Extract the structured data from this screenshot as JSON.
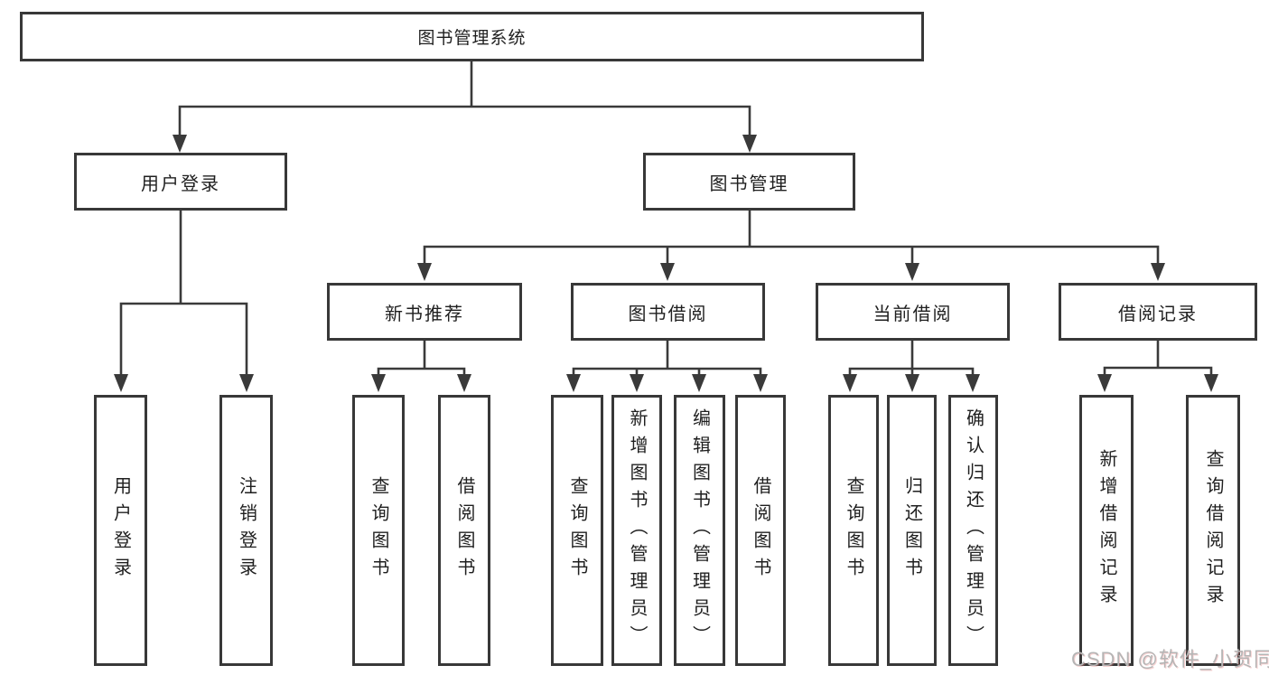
{
  "diagram": {
    "type": "tree",
    "root": {
      "label": "图书管理系统"
    },
    "level2": [
      {
        "label": "用户登录",
        "parent": "图书管理系统"
      },
      {
        "label": "图书管理",
        "parent": "图书管理系统"
      }
    ],
    "level3": [
      {
        "label": "新书推荐",
        "parent": "图书管理"
      },
      {
        "label": "图书借阅",
        "parent": "图书管理"
      },
      {
        "label": "当前借阅",
        "parent": "图书管理"
      },
      {
        "label": "借阅记录",
        "parent": "图书管理"
      }
    ],
    "leaves": [
      {
        "label": "用户登录",
        "parent": "用户登录"
      },
      {
        "label": "注销登录",
        "parent": "用户登录"
      },
      {
        "label": "查询图书",
        "parent": "新书推荐"
      },
      {
        "label": "借阅图书",
        "parent": "新书推荐"
      },
      {
        "label": "查询图书",
        "parent": "图书借阅"
      },
      {
        "label": "新增图书（管理员）",
        "parent": "图书借阅"
      },
      {
        "label": "编辑图书（管理员）",
        "parent": "图书借阅"
      },
      {
        "label": "借阅图书",
        "parent": "图书借阅"
      },
      {
        "label": "查询图书",
        "parent": "当前借阅"
      },
      {
        "label": "归还图书",
        "parent": "当前借阅"
      },
      {
        "label": "确认归还（管理员）",
        "parent": "当前借阅"
      },
      {
        "label": "新增借阅记录",
        "parent": "借阅记录"
      },
      {
        "label": "查询借阅记录",
        "parent": "借阅记录"
      }
    ]
  },
  "watermark": "CSDN @软件_小贺同学",
  "colors": {
    "line": "#3a3a3a",
    "border": "#383838",
    "text": "#1f1f1f",
    "watermark": "#b5b5b5",
    "background": "#ffffff"
  }
}
